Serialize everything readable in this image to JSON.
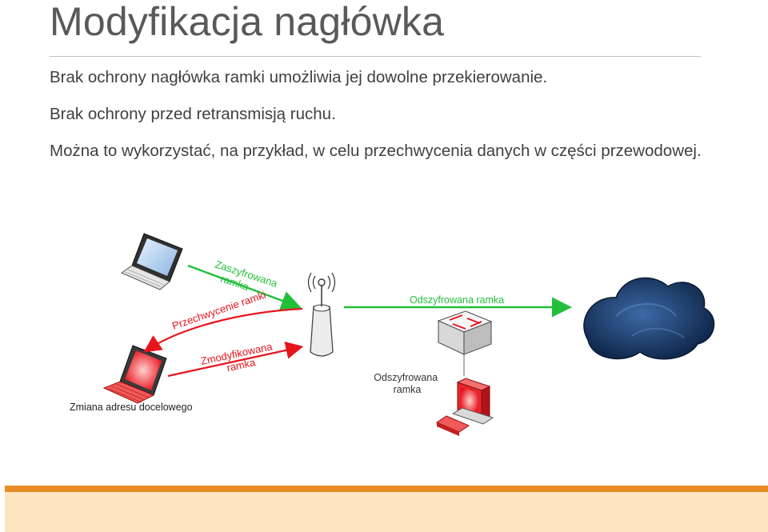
{
  "slide": {
    "title": "Modyfikacja nagłówka",
    "bullets": [
      "Brak ochrony nagłówka ramki umożliwia jej dowolne przekierowanie.",
      "Brak ochrony przed retransmisją ruchu.",
      "Można to wykorzystać, na przykład, w celu przechwycenia danych w części przewodowej."
    ]
  },
  "diagram": {
    "labels": {
      "encrypted_frame": "Zaszyfrowana ramka",
      "frame_interception": "Przechwycenie ramki",
      "modified_frame": "Zmodyfikowana ramka",
      "decrypted_frame_right": "Odszyfrowana ramka",
      "decrypted_frame_bottom": "Odszyfrowana ramka",
      "address_change": "Zmiana adresu docelowego"
    },
    "colors": {
      "arrow_green": "#22c03a",
      "arrow_red": "#e8141c",
      "cloud": "#1f3f6e",
      "attacker": "#e8262a"
    },
    "icons": [
      "laptop-icon",
      "attacker-laptop-icon",
      "access-point-icon",
      "switch-icon",
      "workstation-icon",
      "cloud-icon"
    ]
  }
}
